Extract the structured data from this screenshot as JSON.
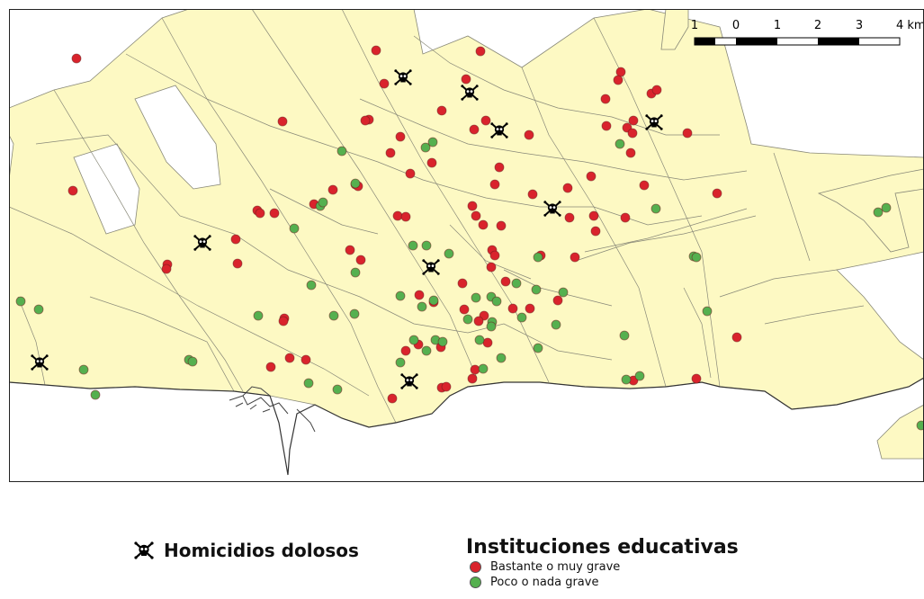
{
  "map": {
    "colors": {
      "land": "#fdf9c3",
      "land_stroke": "#888878",
      "coast": "#333333",
      "serious": "#d9232c",
      "not_serious": "#55b04f"
    },
    "scale_bar": {
      "labels": [
        "1",
        "0",
        "1",
        "2",
        "3",
        "4 km"
      ]
    },
    "homicide_icon": "skull-crossbones-icon",
    "homicides": [
      [
        448,
        86
      ],
      [
        522,
        103
      ],
      [
        555,
        145
      ],
      [
        727,
        136
      ],
      [
        614,
        232
      ],
      [
        225,
        270
      ],
      [
        479,
        297
      ],
      [
        44,
        403
      ],
      [
        455,
        424
      ]
    ],
    "institutions_serious": [
      [
        85,
        65
      ],
      [
        418,
        56
      ],
      [
        534,
        57
      ],
      [
        427,
        93
      ],
      [
        518,
        88
      ],
      [
        690,
        80
      ],
      [
        687,
        89
      ],
      [
        673,
        110
      ],
      [
        724,
        104
      ],
      [
        730,
        100
      ],
      [
        314,
        135
      ],
      [
        410,
        133
      ],
      [
        406,
        134
      ],
      [
        491,
        123
      ],
      [
        540,
        134
      ],
      [
        527,
        144
      ],
      [
        588,
        150
      ],
      [
        674,
        140
      ],
      [
        697,
        142
      ],
      [
        704,
        134
      ],
      [
        703,
        148
      ],
      [
        764,
        148
      ],
      [
        445,
        152
      ],
      [
        434,
        170
      ],
      [
        480,
        181
      ],
      [
        456,
        193
      ],
      [
        555,
        186
      ],
      [
        550,
        205
      ],
      [
        701,
        170
      ],
      [
        657,
        196
      ],
      [
        716,
        206
      ],
      [
        81,
        212
      ],
      [
        370,
        211
      ],
      [
        395,
        205
      ],
      [
        398,
        207
      ],
      [
        286,
        234
      ],
      [
        305,
        237
      ],
      [
        349,
        227
      ],
      [
        442,
        240
      ],
      [
        451,
        241
      ],
      [
        525,
        229
      ],
      [
        529,
        240
      ],
      [
        537,
        250
      ],
      [
        557,
        251
      ],
      [
        631,
        209
      ],
      [
        592,
        216
      ],
      [
        660,
        240
      ],
      [
        633,
        242
      ],
      [
        662,
        257
      ],
      [
        695,
        242
      ],
      [
        797,
        215
      ],
      [
        262,
        266
      ],
      [
        289,
        237
      ],
      [
        389,
        278
      ],
      [
        401,
        289
      ],
      [
        547,
        278
      ],
      [
        550,
        284
      ],
      [
        601,
        284
      ],
      [
        639,
        286
      ],
      [
        186,
        294
      ],
      [
        185,
        299
      ],
      [
        264,
        293
      ],
      [
        546,
        297
      ],
      [
        514,
        315
      ],
      [
        562,
        313
      ],
      [
        466,
        328
      ],
      [
        482,
        336
      ],
      [
        516,
        344
      ],
      [
        538,
        351
      ],
      [
        570,
        343
      ],
      [
        589,
        343
      ],
      [
        620,
        334
      ],
      [
        316,
        354
      ],
      [
        315,
        357
      ],
      [
        532,
        357
      ],
      [
        819,
        375
      ],
      [
        451,
        390
      ],
      [
        465,
        383
      ],
      [
        490,
        386
      ],
      [
        542,
        381
      ],
      [
        301,
        408
      ],
      [
        322,
        398
      ],
      [
        340,
        400
      ],
      [
        525,
        421
      ],
      [
        528,
        411
      ],
      [
        704,
        423
      ],
      [
        774,
        421
      ],
      [
        491,
        431
      ],
      [
        496,
        430
      ],
      [
        436,
        443
      ]
    ],
    "institutions_not_serious": [
      [
        380,
        168
      ],
      [
        473,
        164
      ],
      [
        481,
        158
      ],
      [
        689,
        160
      ],
      [
        395,
        204
      ],
      [
        356,
        229
      ],
      [
        359,
        225
      ],
      [
        729,
        232
      ],
      [
        976,
        236
      ],
      [
        985,
        231
      ],
      [
        327,
        254
      ],
      [
        459,
        273
      ],
      [
        474,
        273
      ],
      [
        499,
        282
      ],
      [
        598,
        286
      ],
      [
        771,
        285
      ],
      [
        774,
        286
      ],
      [
        395,
        303
      ],
      [
        346,
        317
      ],
      [
        445,
        329
      ],
      [
        482,
        334
      ],
      [
        469,
        341
      ],
      [
        529,
        331
      ],
      [
        546,
        330
      ],
      [
        552,
        335
      ],
      [
        574,
        315
      ],
      [
        596,
        322
      ],
      [
        626,
        325
      ],
      [
        23,
        335
      ],
      [
        43,
        344
      ],
      [
        287,
        351
      ],
      [
        371,
        351
      ],
      [
        394,
        349
      ],
      [
        520,
        355
      ],
      [
        547,
        358
      ],
      [
        546,
        363
      ],
      [
        580,
        353
      ],
      [
        618,
        361
      ],
      [
        786,
        346
      ],
      [
        460,
        378
      ],
      [
        484,
        378
      ],
      [
        492,
        380
      ],
      [
        533,
        378
      ],
      [
        598,
        387
      ],
      [
        694,
        373
      ],
      [
        474,
        390
      ],
      [
        445,
        403
      ],
      [
        557,
        398
      ],
      [
        537,
        410
      ],
      [
        210,
        400
      ],
      [
        214,
        402
      ],
      [
        93,
        411
      ],
      [
        343,
        426
      ],
      [
        375,
        433
      ],
      [
        106,
        439
      ],
      [
        696,
        422
      ],
      [
        711,
        418
      ],
      [
        1024,
        473
      ]
    ]
  },
  "legend": {
    "homicidios_title": "Homicidios dolosos",
    "instituciones_title": "Instituciones educativas",
    "items": [
      {
        "label": "Bastante o muy grave"
      },
      {
        "label": "Poco o nada grave"
      }
    ]
  }
}
